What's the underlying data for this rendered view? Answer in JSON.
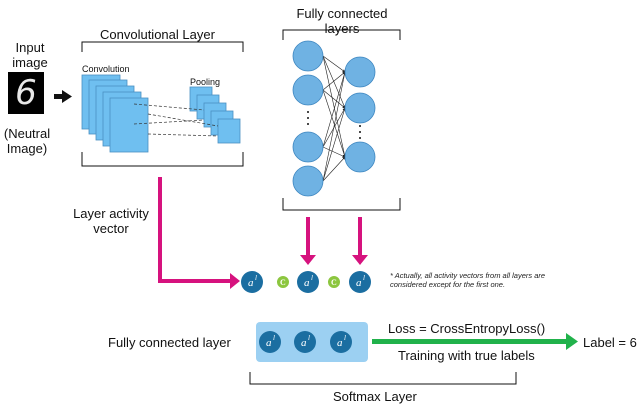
{
  "input": {
    "title_line1": "Input",
    "title_line2": "image",
    "digit": "6",
    "caption_line1": "(Neutral",
    "caption_line2": "Image)"
  },
  "conv": {
    "title": "Convolutional Layer",
    "convolution_label": "Convolution",
    "pooling_label": "Pooling"
  },
  "fc_top": {
    "title_line1": "Fully connected",
    "title_line2": "layers"
  },
  "activity": {
    "label_line1": "Layer activity",
    "label_line2": "vector"
  },
  "activity_vectors": {
    "node_symbol": "a",
    "node_superscript": "l",
    "concat_symbol": "C"
  },
  "note": {
    "line1": "* Actually, all activity vectors from all layers are",
    "line2": "considered except for the first one."
  },
  "fc_bottom": {
    "label": "Fully connected layer"
  },
  "loss": {
    "text": "Loss = CrossEntropyLoss()",
    "training": "Training with true labels",
    "output": "Label = 6"
  },
  "softmax": {
    "title": "Softmax Layer"
  },
  "colors": {
    "magenta": "#d6127e",
    "node_blue": "#1b6ea1",
    "fc_node": "#6fb2e3",
    "concat_green": "#8cc63f",
    "arrow_green": "#21b24b",
    "panel": "#9cd0f2"
  }
}
